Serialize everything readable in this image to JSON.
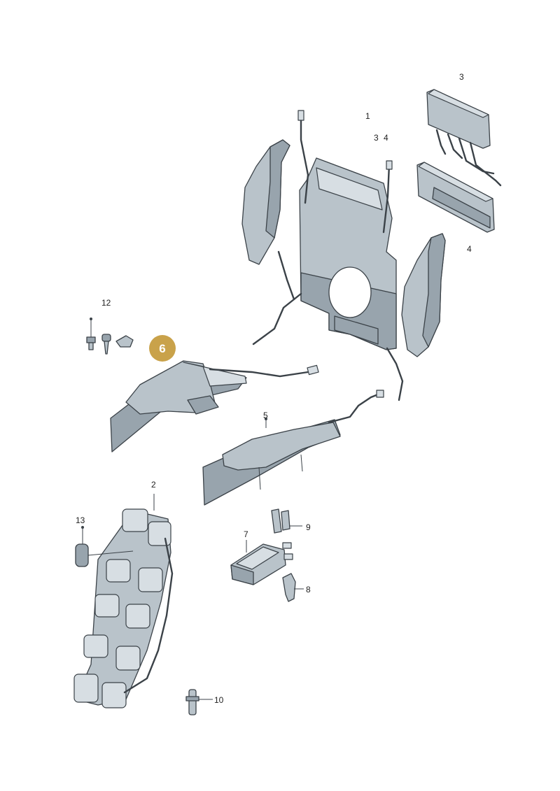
{
  "diagram": {
    "callouts": {
      "p1": "1",
      "p2": "2",
      "p3_top": "3",
      "p3_mid": "3",
      "p4_mid": "4",
      "p4_side": "4",
      "p5": "5",
      "p7": "7",
      "p8": "8",
      "p9": "9",
      "p10": "10",
      "p12": "12",
      "p13": "13"
    },
    "highlight": {
      "label": "6",
      "color": "#c9a24a"
    },
    "colors": {
      "part": "#b9c3ca",
      "outline": "#3b4248"
    }
  }
}
